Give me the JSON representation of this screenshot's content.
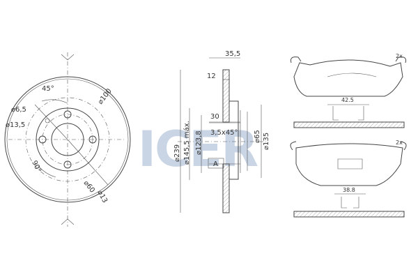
{
  "watermark": "ICER",
  "disc_front": {
    "d_100": "⌀100",
    "d_6_5": "⌀6,5",
    "d_13_5": "⌀13,5",
    "d_60": "⌀60",
    "d_13": "⌀13",
    "angle_45": "45°",
    "angle_90": "90°"
  },
  "disc_section": {
    "w_35_5": "35,5",
    "w_12": "12",
    "w_30": "30",
    "chamfer": "3,5x45°",
    "d_239": "⌀239",
    "d_145_5": "⌀145,5 máx.",
    "d_123_8": "⌀123,8",
    "d_65": "⌀65",
    "d_135": "⌀135",
    "mark": "A"
  },
  "pads": {
    "qty_top": "2x",
    "width_top": "42.5",
    "qty_bottom": "2x",
    "width_bottom": "38.8"
  }
}
